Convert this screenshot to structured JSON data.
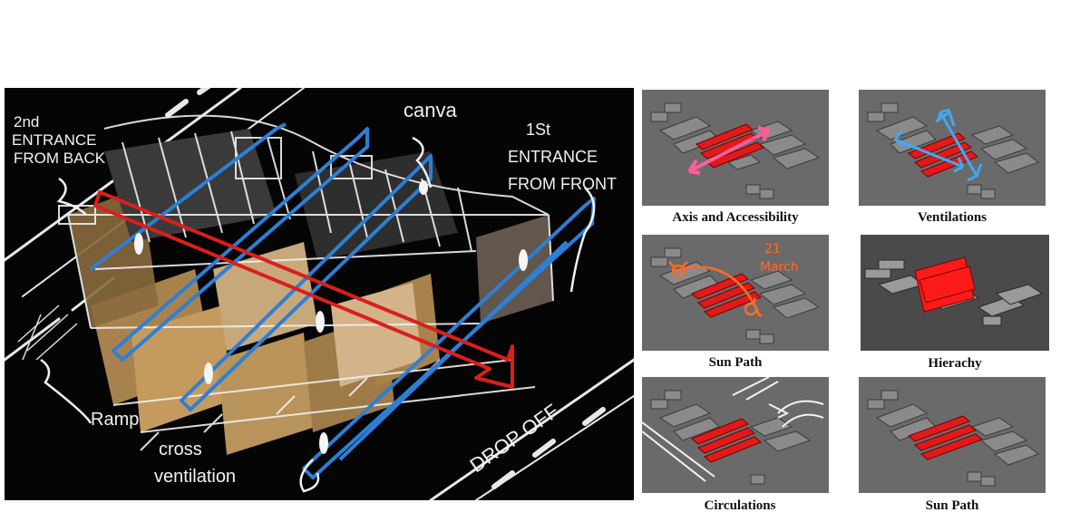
{
  "main_sketch": {
    "labels": {
      "second_entrance": [
        "2nd",
        "ENTRANCE",
        "FROM BACK"
      ],
      "canva": "canva",
      "first_entrance": [
        "1St",
        "ENTRANCE",
        "FROM FRONT"
      ],
      "ramp": "Ramp",
      "cross_ventilation": [
        "cross",
        "ventilation"
      ],
      "drop_off": "DROP OFF"
    },
    "colors": {
      "airflow": "#2d7fd6",
      "axis": "#d8201c",
      "chalk": "#f0f0f0",
      "wood": "#b8935a"
    }
  },
  "thumbnails": [
    {
      "caption": "Axis and Accessibility",
      "overlay": "pink-double-arrow"
    },
    {
      "caption": "Ventilations",
      "overlay": "blue-cross-arrows"
    },
    {
      "caption": "Sun Path",
      "overlay": "orange-sun-arc",
      "annotation": [
        "21",
        "March"
      ]
    },
    {
      "caption": "Hierachy",
      "overlay": "red-block-stack"
    },
    {
      "caption": "Circulations",
      "overlay": "white-road-lines"
    },
    {
      "caption": "Sun Path",
      "overlay": "none"
    }
  ]
}
